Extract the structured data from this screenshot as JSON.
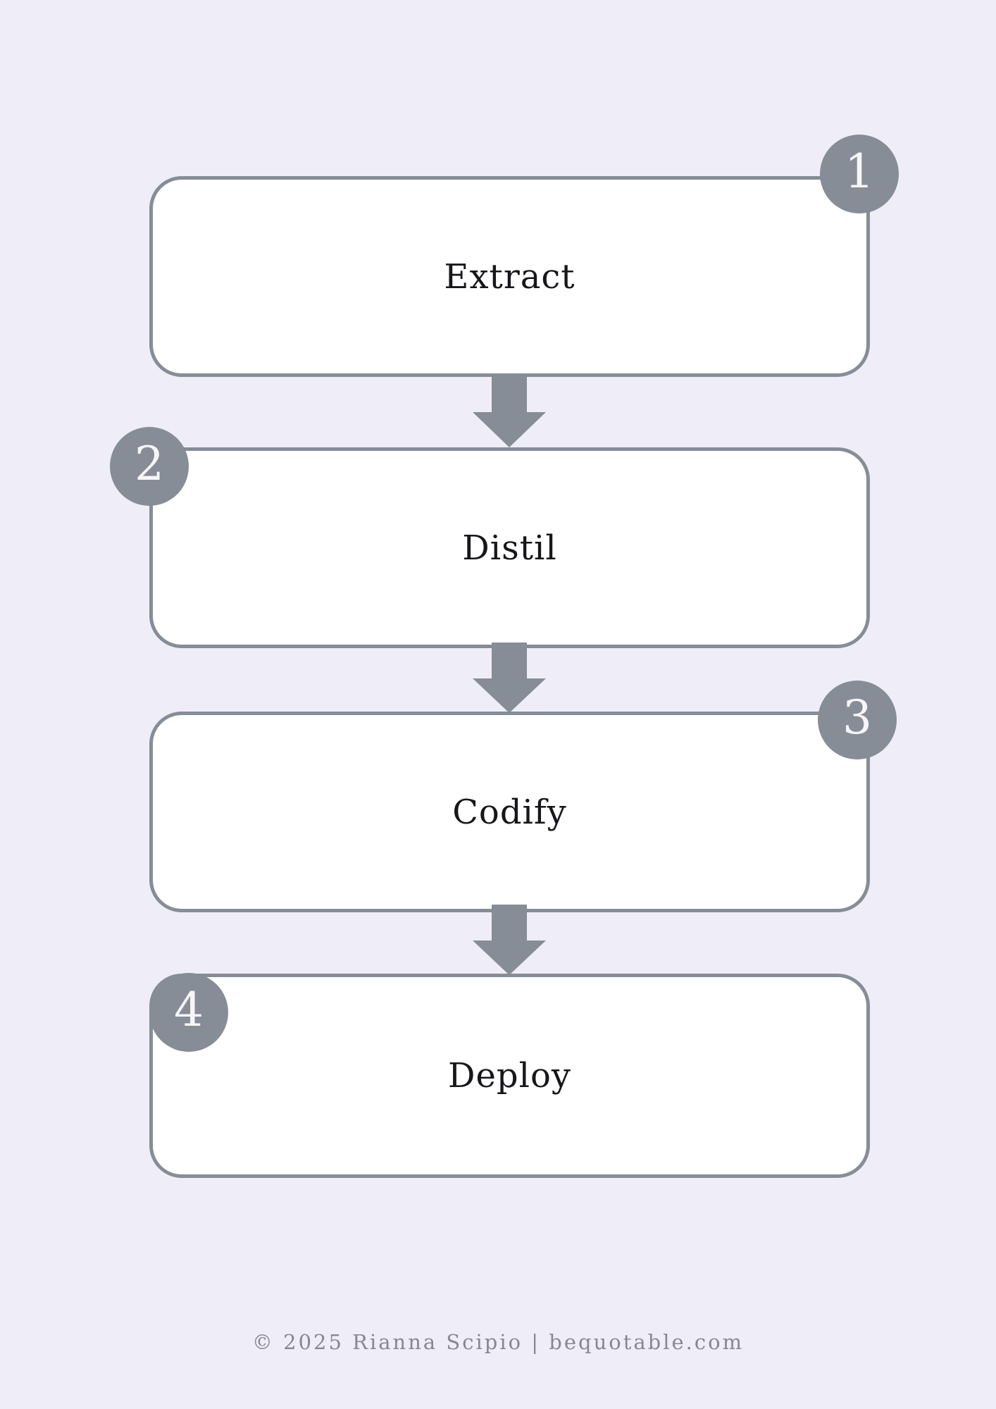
{
  "colors": {
    "background": "#efeef8",
    "box_fill": "#ffffff",
    "outline_gray": "#868d97",
    "label_text": "#17171b",
    "badge_number": "#f6f6f8",
    "footer_text": "#878793"
  },
  "steps": [
    {
      "number": "1",
      "label": "Extract",
      "badge_corner": "top-right"
    },
    {
      "number": "2",
      "label": "Distil",
      "badge_corner": "top-left"
    },
    {
      "number": "3",
      "label": "Codify",
      "badge_corner": "top-right"
    },
    {
      "number": "4",
      "label": "Deploy",
      "badge_corner": "top-left"
    }
  ],
  "connectors": [
    {
      "from": "Extract",
      "to": "Distil",
      "direction": "down"
    },
    {
      "from": "Distil",
      "to": "Codify",
      "direction": "down"
    },
    {
      "from": "Codify",
      "to": "Deploy",
      "direction": "down"
    }
  ],
  "footer": {
    "credit": "© 2025 Rianna Scipio | bequotable.com"
  }
}
